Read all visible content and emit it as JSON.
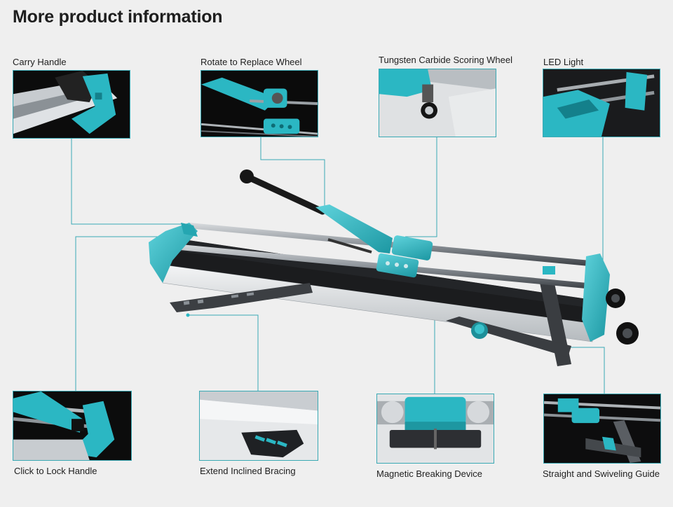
{
  "page": {
    "title": "More product information"
  },
  "features": [
    {
      "label": "Carry Handle"
    },
    {
      "label": "Rotate to Replace Wheel"
    },
    {
      "label": "Tungsten Carbide Scoring Wheel"
    },
    {
      "label": "LED Light"
    },
    {
      "label": "Click to Lock Handle"
    },
    {
      "label": "Extend Inclined Bracing"
    },
    {
      "label": "Magnetic Breaking Device"
    },
    {
      "label": "Straight and Swiveling Guide"
    }
  ],
  "colors": {
    "accent": "#2bb7c3",
    "frame_border": "#3aa9b4",
    "background": "#efefef",
    "text": "#1e1e1e"
  }
}
